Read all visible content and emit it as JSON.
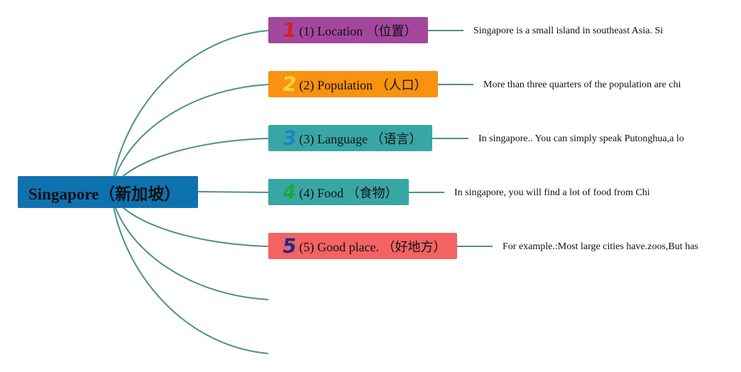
{
  "central": {
    "label": "Singapore（新加坡）",
    "color": "#0f72b0"
  },
  "branches": [
    {
      "number": "1",
      "number_color": "#d81e2a",
      "label": "(1) Location （位置）",
      "bg": "#a3479d",
      "note": "Singapore is a small island in southeast Asia. Si"
    },
    {
      "number": "2",
      "number_color": "#ffd335",
      "label": "(2) Population （人口）",
      "bg": "#f8920f",
      "note": "More than three quarters of the population are chi"
    },
    {
      "number": "3",
      "number_color": "#1e82cc",
      "label": "(3) Language （语言）",
      "bg": "#38a6a5",
      "note": "In singapore.. You can simply speak Putonghua,a lo"
    },
    {
      "number": "4",
      "number_color": "#1aa83c",
      "label": "(4) Food （食物）",
      "bg": "#38a6a5",
      "note": "In singapore, you will find a lot of food from Chi"
    },
    {
      "number": "5",
      "number_color": "#1c2a8c",
      "label": "(5) Good place. （好地方）",
      "bg": "#f36363",
      "note": "For example.:Most large cities have.zoos,But has"
    }
  ],
  "connector_color": "#4e9084"
}
